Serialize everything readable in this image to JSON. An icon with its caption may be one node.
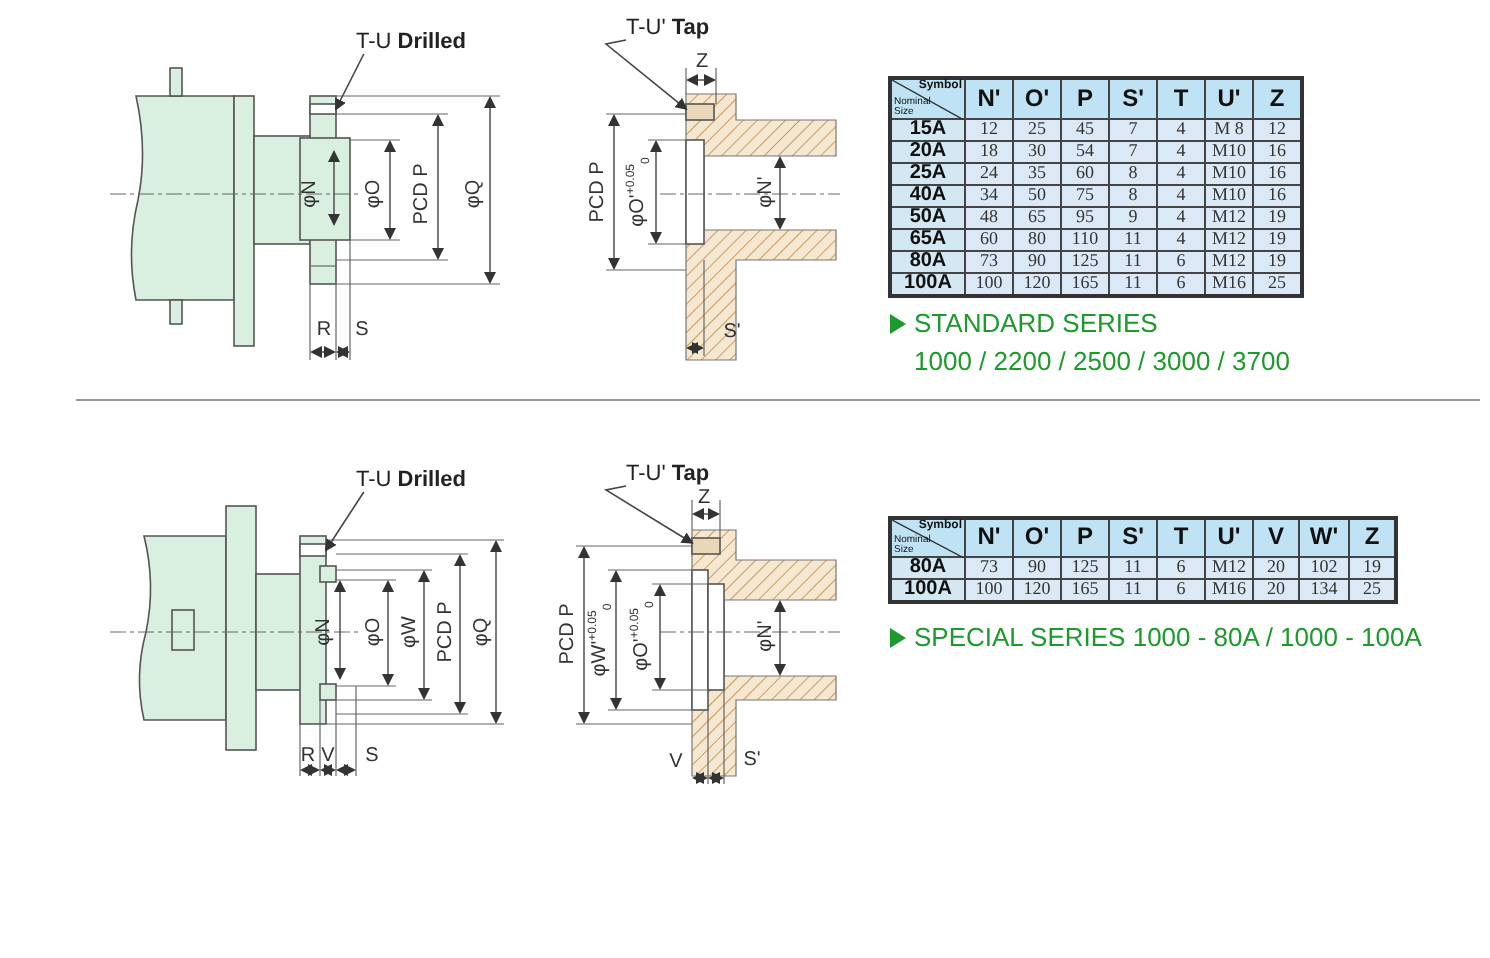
{
  "diagram": {
    "nodes": [
      {
        "text": [
          "T-U **Drilled**"
        ]
      },
      {
        "text": [
          "T-U' **Tap**"
        ]
      },
      {
        "text": [
          "T-U **Drilled**"
        ]
      },
      {
        "text": [
          "T-U' **Tap**"
        ]
      },
      {
        "text": [],
        "shape": "box"
      },
      {
        "text": [],
        "shape": "box"
      },
      {
        "text": [],
        "shape": "box"
      },
      {
        "text": [],
        "shape": "box"
      }
    ],
    "edges": [
      {
        "from": 0,
        "to": 4,
        "arrow": "to"
      },
      {
        "from": 1,
        "to": 5,
        "arrow": "to"
      },
      {
        "from": 2,
        "to": 6,
        "arrow": "to"
      },
      {
        "from": 3,
        "to": 7,
        "arrow": "to"
      }
    ],
    "labels": [
      "φN",
      "φO",
      "PCD P",
      "φQ",
      "R",
      "S",
      "Z",
      "PCD P",
      "φO'$^{+0.05}$$_{0}$",
      "φN'",
      "S'",
      "Symbol",
      "Nominal Size",
      "N'",
      "O'",
      "P",
      "S'",
      "T",
      "U'",
      "Z",
      "15A",
      "12",
      "25",
      "45",
      "7",
      "4",
      "M 8",
      "12",
      "20A",
      "18",
      "30",
      "54",
      "7",
      "4",
      "M10",
      "16",
      "25A",
      "24",
      "35",
      "60",
      "8",
      "4",
      "M10",
      "16",
      "40A",
      "34",
      "50",
      "75",
      "8",
      "4",
      "M10",
      "16",
      "50A",
      "48",
      "65",
      "95",
      "9",
      "4",
      "M12",
      "19",
      "65A",
      "60",
      "80",
      "110",
      "11",
      "4",
      "M12",
      "19",
      "80A",
      "73",
      "90",
      "125",
      "11",
      "6",
      "M12",
      "19",
      "100A",
      "100",
      "120",
      "165",
      "11",
      "6",
      "M16",
      "25",
      "STANDARD SERIES",
      "1000 / 2200 / 2500 / 3000 / 3700",
      "φN",
      "φO",
      "φW",
      "PCD P",
      "φQ",
      "R",
      "V",
      "S",
      "Z",
      "PCD P",
      "φW'$^{+0.05}$$_{0}$",
      "φO'$^{+0.05}$$_{0}$",
      "φN'",
      "V",
      "S'",
      "Symbol",
      "Nominal Size",
      "N'",
      "O'",
      "P",
      "S'",
      "T",
      "U'",
      "V",
      "W'",
      "Z",
      "80A",
      "73",
      "90",
      "125",
      "11",
      "6",
      "M12",
      "20",
      "102",
      "19",
      "100A",
      "100",
      "120",
      "165",
      "11",
      "6",
      "M16",
      "20",
      "134",
      "25",
      "SPECIAL SERIES  1000 - 80A  / 1000 - 100A"
    ]
  }
}
